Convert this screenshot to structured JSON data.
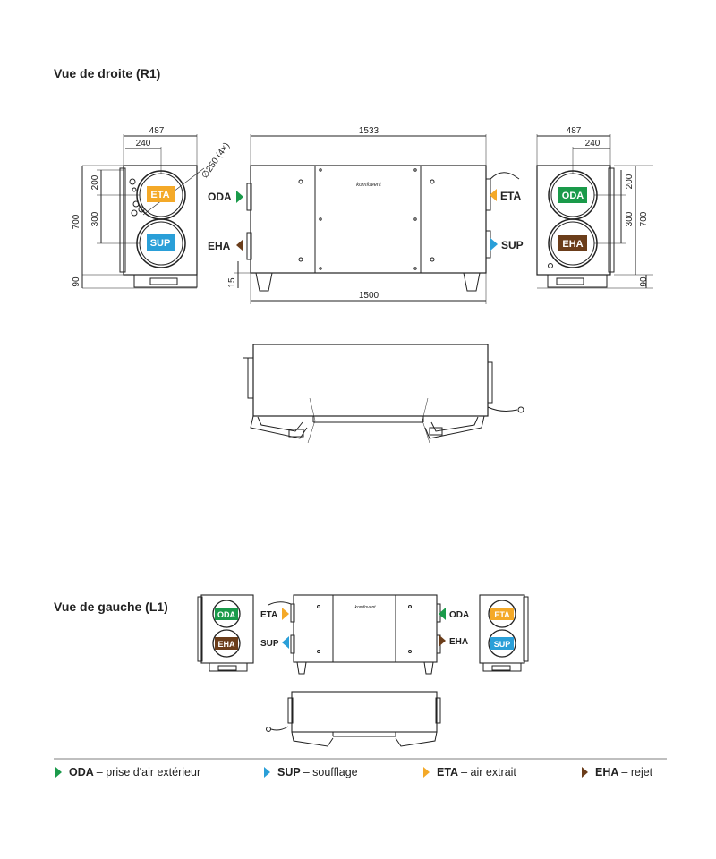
{
  "sections": {
    "right_view_title": "Vue de droite (R1)",
    "left_view_title": "Vue de gauche (L1)"
  },
  "dimensions": {
    "width_487": "487",
    "width_240": "240",
    "diameter": "∅250 (4×)",
    "height_700": "700",
    "height_200": "200",
    "height_300": "300",
    "height_90": "90",
    "length_1533": "1533",
    "length_1500": "1500",
    "foot_15": "15"
  },
  "brand": "komfovent",
  "ports": {
    "oda": {
      "code": "ODA",
      "color": "#1a9a4a"
    },
    "sup": {
      "code": "SUP",
      "color": "#2a9fd8"
    },
    "eta": {
      "code": "ETA",
      "color": "#f4a928"
    },
    "eha": {
      "code": "EHA",
      "color": "#6b3d1a"
    }
  },
  "legend": [
    {
      "code": "ODA",
      "text": "– prise d'air extérieur",
      "color": "#1a9a4a"
    },
    {
      "code": "SUP",
      "text": "– soufflage",
      "color": "#2a9fd8"
    },
    {
      "code": "ETA",
      "text": "– air extrait",
      "color": "#f4a928"
    },
    {
      "code": "EHA",
      "text": "– rejet",
      "color": "#6b3d1a"
    }
  ],
  "icons": [
    "arrow-triangle-icon",
    "duct-circle-icon",
    "power-cable-icon"
  ]
}
